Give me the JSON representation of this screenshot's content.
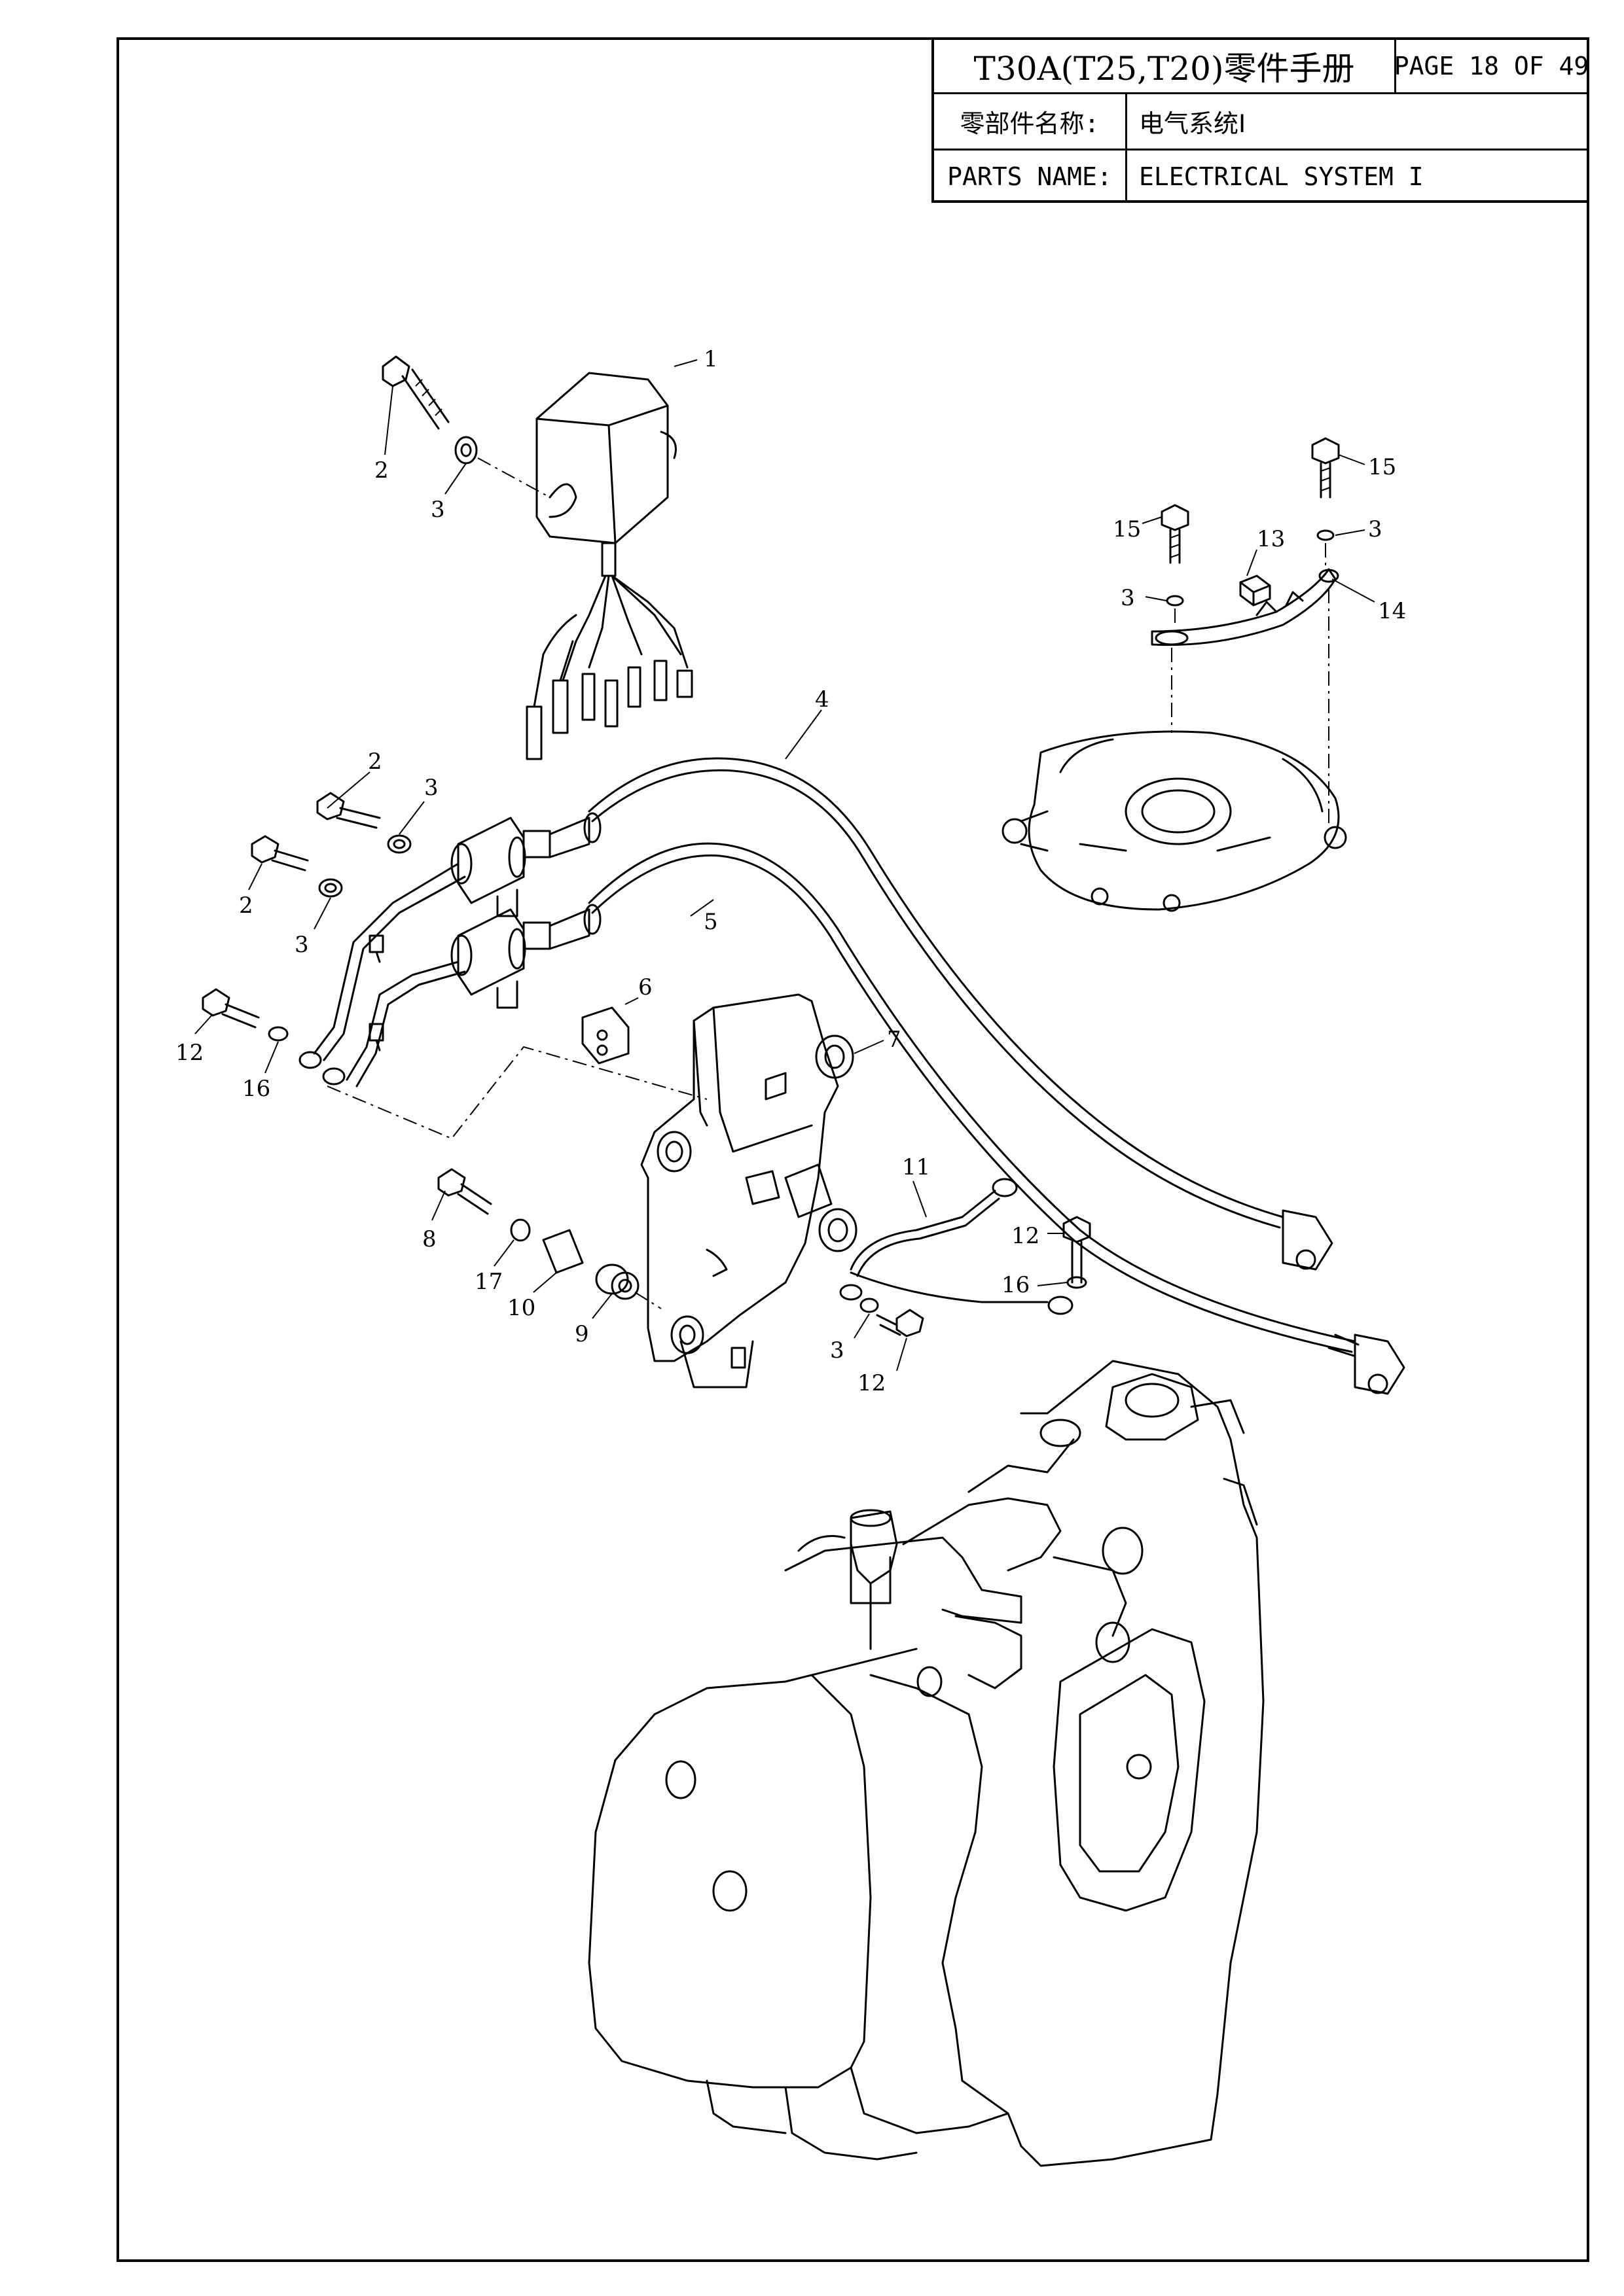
{
  "title_block": {
    "title": "T30A(T25,T20)零件手册",
    "page": "PAGE 18 OF 49",
    "name_label_cn": "零部件名称:",
    "name_value_cn": "电气系统Ⅰ",
    "name_label_en": "PARTS NAME:",
    "name_value_en": "ELECTRICAL SYSTEM  I"
  },
  "callouts": [
    "1",
    "2",
    "3",
    "4",
    "5",
    "6",
    "7",
    "8",
    "9",
    "10",
    "11",
    "12",
    "13",
    "14",
    "15",
    "16",
    "17"
  ]
}
